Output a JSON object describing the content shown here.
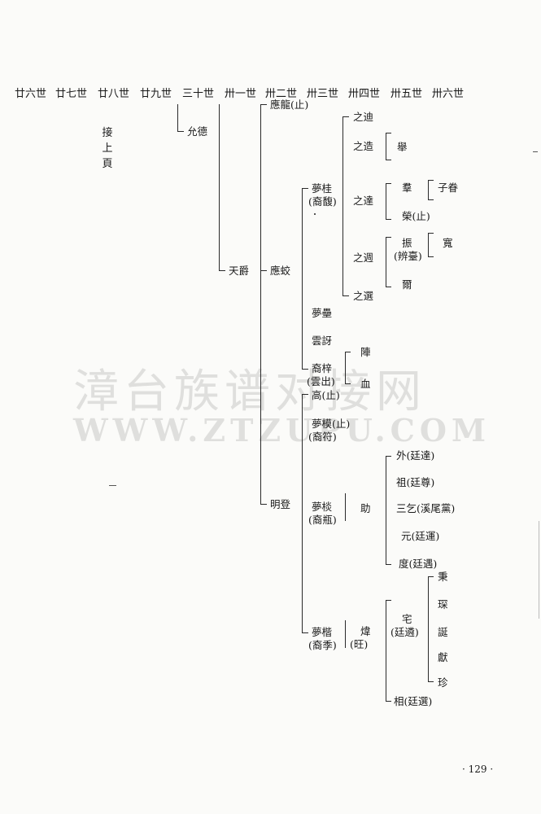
{
  "generations": [
    "廿六世",
    "廿七世",
    "廿八世",
    "廿九世",
    "三十世",
    "卅一世",
    "卅二世",
    "卅三世",
    "卅四世",
    "卅五世",
    "卅六世"
  ],
  "continued_note": "接上頁",
  "people": {
    "yunde": "允德",
    "tianjue": "天爵",
    "yinglong": "應龍(止)",
    "yingjiao": "應蛟",
    "mingdeng": "明登",
    "menggui": "夢桂",
    "menggui_alias": "(裔馥)",
    "menglei": "夢壘",
    "mengya": "雲訝",
    "yizi": "裔梓",
    "yizi_alias": "(雲出)",
    "gao": "高(止)",
    "mengmo": "夢模(止)",
    "mengmo_alias": "(裔符)",
    "mengyi": "夢棪",
    "mengyi_alias": "(裔瓶)",
    "mengjie": "夢楷",
    "mengjie_alias": "(裔季)",
    "zhidi": "之迪",
    "zhizao": "之造",
    "zhida": "之達",
    "zhizhou": "之週",
    "zhixuan": "之選",
    "zhen": "陣",
    "xue": "血",
    "zhu": "助",
    "wei": "煒",
    "wei_alias": "(旺)",
    "ju": "舉",
    "qun": "羣",
    "rong": "榮(止)",
    "zhen2": "振",
    "zhen2_alias": "(辨臺)",
    "er": "爾",
    "wai": "外(廷達)",
    "zu": "祖(廷尊)",
    "sanqi": "三乞(溪尾黨)",
    "yuan": "元(廷運)",
    "du": "度(廷遇)",
    "zhai": "宅",
    "zhai_alias": "(廷遴)",
    "xiang": "相(廷選)",
    "zijuan": "子眷",
    "kuan": "寬",
    "bing": "秉",
    "cai": "琛",
    "dan": "誕",
    "xian": "獻",
    "zhen3": "珍"
  },
  "watermark": {
    "cn": "漳台族谱对接网",
    "en": "WWW.ZTZUPU.COM"
  },
  "page_number": "· 129 ·"
}
